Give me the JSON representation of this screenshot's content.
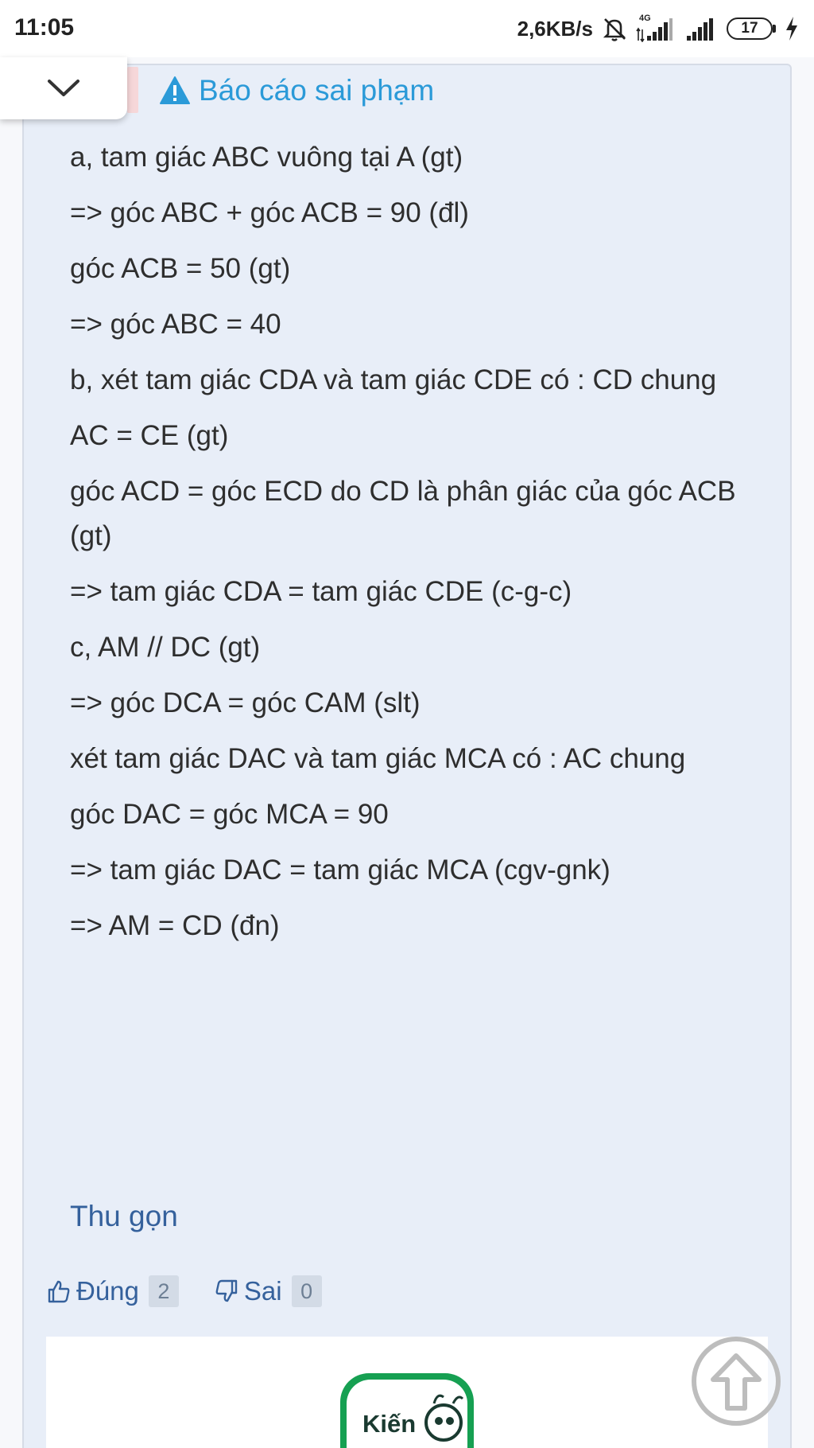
{
  "status_bar": {
    "time": "11:05",
    "net_speed": "2,6KB/s",
    "network_type": "4G",
    "battery_level": "17",
    "icons": [
      "bell-muted-icon",
      "signal-4g-icon",
      "signal-icon",
      "battery-icon",
      "charging-icon"
    ]
  },
  "header": {
    "report_label": "Báo cáo sai phạm",
    "report_icon": "warning-icon",
    "collapse_icon": "chevron-down-icon"
  },
  "answer": {
    "lines": [
      "a, tam giác ABC vuông tại A (gt)",
      "=> góc ABC  + góc ACB = 90 (đl)",
      "góc ACB = 50 (gt)",
      "=> góc ABC = 40",
      "b, xét tam giác CDA và tam giác CDE có : CD chung",
      "AC = CE (gt)",
      "góc ACD = góc ECD do CD là phân giác của góc ACB (gt)",
      "=> tam giác CDA = tam giác CDE (c-g-c)",
      "c, AM // DC (gt)",
      "=> góc DCA = góc CAM (slt)",
      "xét tam giác DAC và tam giác MCA có : AC chung",
      "góc DAC = góc MCA = 90",
      "=> tam giác DAC = tam giác MCA (cgv-gnk)",
      "=> AM = CD (đn)"
    ],
    "collapse_label": "Thu gọn"
  },
  "votes": {
    "up_label": "Đúng",
    "up_count": "2",
    "down_label": "Sai",
    "down_count": "0"
  },
  "promo": {
    "logo_text": "Kiến"
  },
  "colors": {
    "link_blue": "#2b9ad8",
    "text_blue": "#35619c",
    "card_bg": "#e8eef8"
  }
}
